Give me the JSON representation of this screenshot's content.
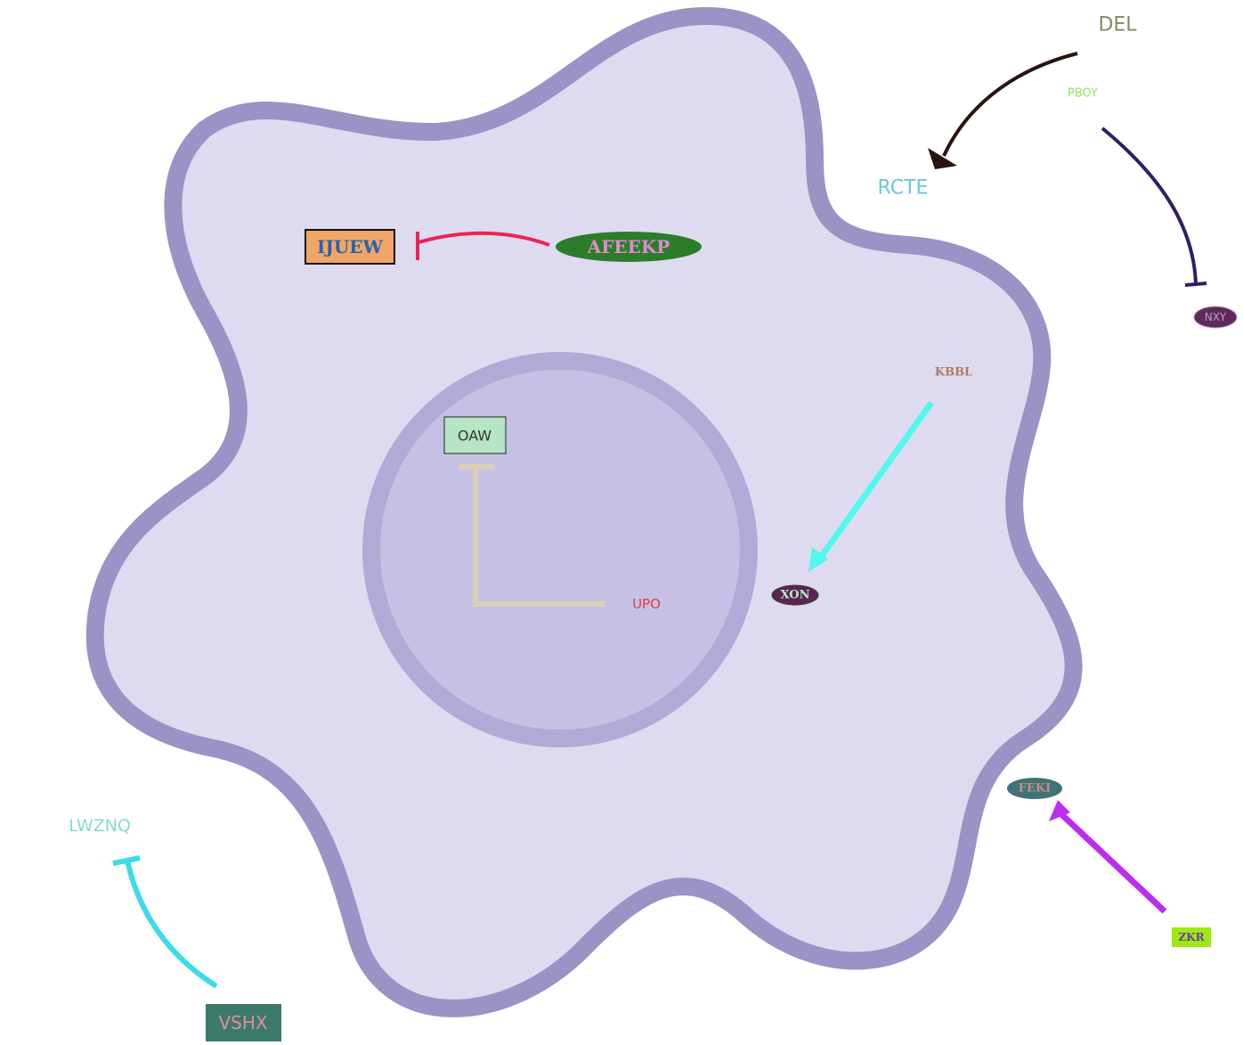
{
  "colors": {
    "cell_fill": "#dedbf0",
    "cell_membrane": "#9a93c5",
    "nucleus_fill": "#c5c1e4",
    "nucleus_border": "#b0aad6"
  },
  "nodes": {
    "del": {
      "label": "DEL",
      "color": "#7d8f5e"
    },
    "pboy": {
      "label": "PBOY",
      "color": "#92e45a"
    },
    "rcte": {
      "label": "RCTE",
      "color": "#6cc4e0"
    },
    "nxy": {
      "label": "NXY",
      "color": "#c39acb",
      "fill": "#5e2a59"
    },
    "ijuew": {
      "label": "IJUEW",
      "color": "#2a62a8",
      "fill": "#f0a468"
    },
    "afeekp": {
      "label": "AFEEKP",
      "color": "#e08ad0",
      "fill": "#2b7d2a"
    },
    "oaw": {
      "label": "OAW",
      "color": "#333333",
      "fill": "#b7e4c4"
    },
    "upo": {
      "label": "UPO",
      "color": "#e23a4c"
    },
    "kbbl": {
      "label": "KBBL",
      "color": "#b07a60"
    },
    "xon": {
      "label": "XON",
      "color": "#b8f0c4",
      "fill": "#5a2552"
    },
    "feki": {
      "label": "FEKI",
      "color": "#c89080",
      "fill": "#3f7377"
    },
    "zkr": {
      "label": "ZKR",
      "color": "#6a3aa8",
      "fill": "#9fe812"
    },
    "lwznq": {
      "label": "LWZNQ",
      "color": "#7fe0c0"
    },
    "vshx": {
      "label": "VSHX",
      "color": "#e38b9c",
      "fill": "#3a7a6a"
    }
  },
  "edges": [
    {
      "from": "DEL",
      "to": "RCTE",
      "type": "activation",
      "color": "#2a1410"
    },
    {
      "from": "PBOY",
      "to": "NXY",
      "type": "inhibition",
      "color": "#2e1f66"
    },
    {
      "from": "AFEEKP",
      "to": "IJUEW",
      "type": "inhibition",
      "color": "#ec2356"
    },
    {
      "from": "UPO",
      "to": "OAW",
      "type": "inhibition",
      "color": "#ddcfb6"
    },
    {
      "from": "KBBL",
      "to": "XON",
      "type": "activation",
      "color": "#52f7ee"
    },
    {
      "from": "ZKR",
      "to": "FEKI",
      "type": "activation",
      "color": "#bd2cf0"
    },
    {
      "from": "VSHX",
      "to": "LWZNQ",
      "type": "inhibition",
      "color": "#3ddbe8"
    }
  ]
}
